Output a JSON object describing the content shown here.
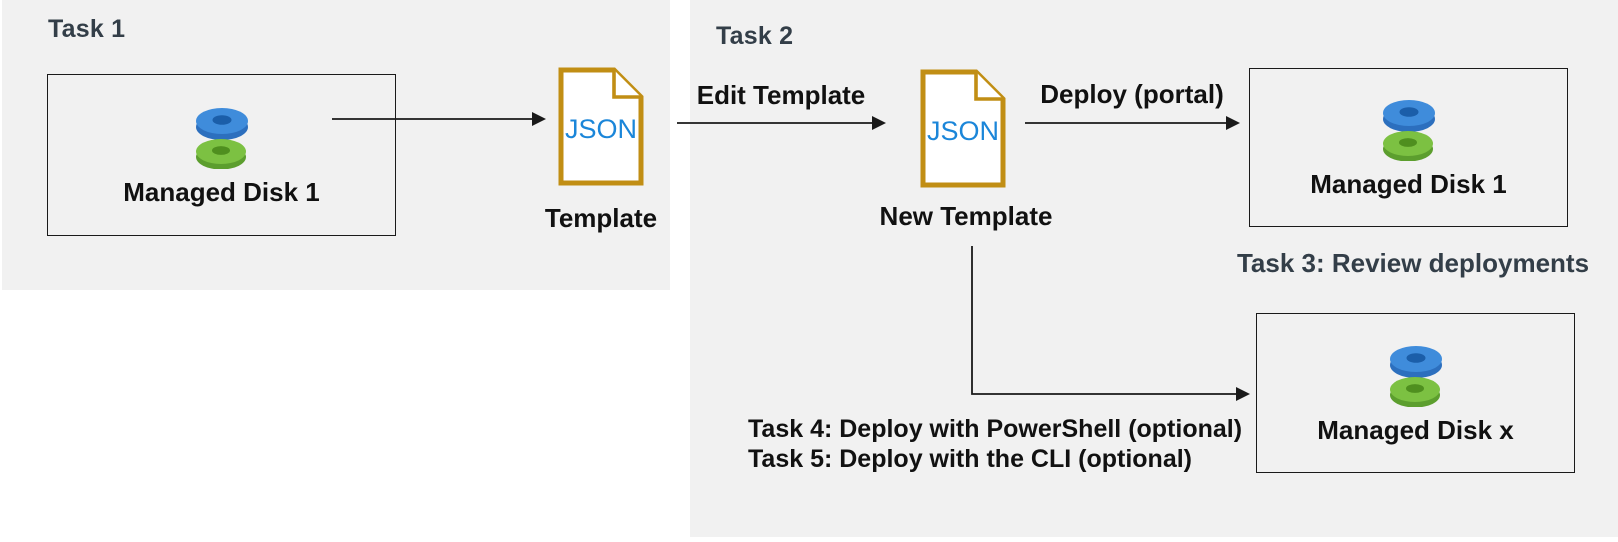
{
  "diagram": {
    "task1": {
      "title": "Task 1",
      "source_disk": {
        "label": "Managed Disk 1"
      },
      "template": {
        "file_type": "JSON",
        "label": "Template"
      }
    },
    "task2": {
      "title": "Task 2",
      "edit_arrow_label": "Edit Template",
      "new_template": {
        "file_type": "JSON",
        "label": "New Template"
      },
      "deploy_arrow_label": "Deploy (portal)",
      "deployed_disk": {
        "label": "Managed Disk 1"
      },
      "task3_label": "Task 3: Review deployments",
      "optional_disk": {
        "label": "Managed Disk x"
      },
      "task4_label": "Task 4: Deploy with PowerShell (optional)",
      "task5_label": "Task 5: Deploy with the CLI (optional)"
    },
    "colors": {
      "panel_bg": "#F1F1F1",
      "box_border": "#1A1A1A",
      "json_border": "#C18E14",
      "json_text_blue": "#1B86D9",
      "task_title": "#333E48",
      "label_text": "#111111",
      "disk_blue": "#3F8CDB",
      "disk_green": "#7CC142"
    }
  }
}
